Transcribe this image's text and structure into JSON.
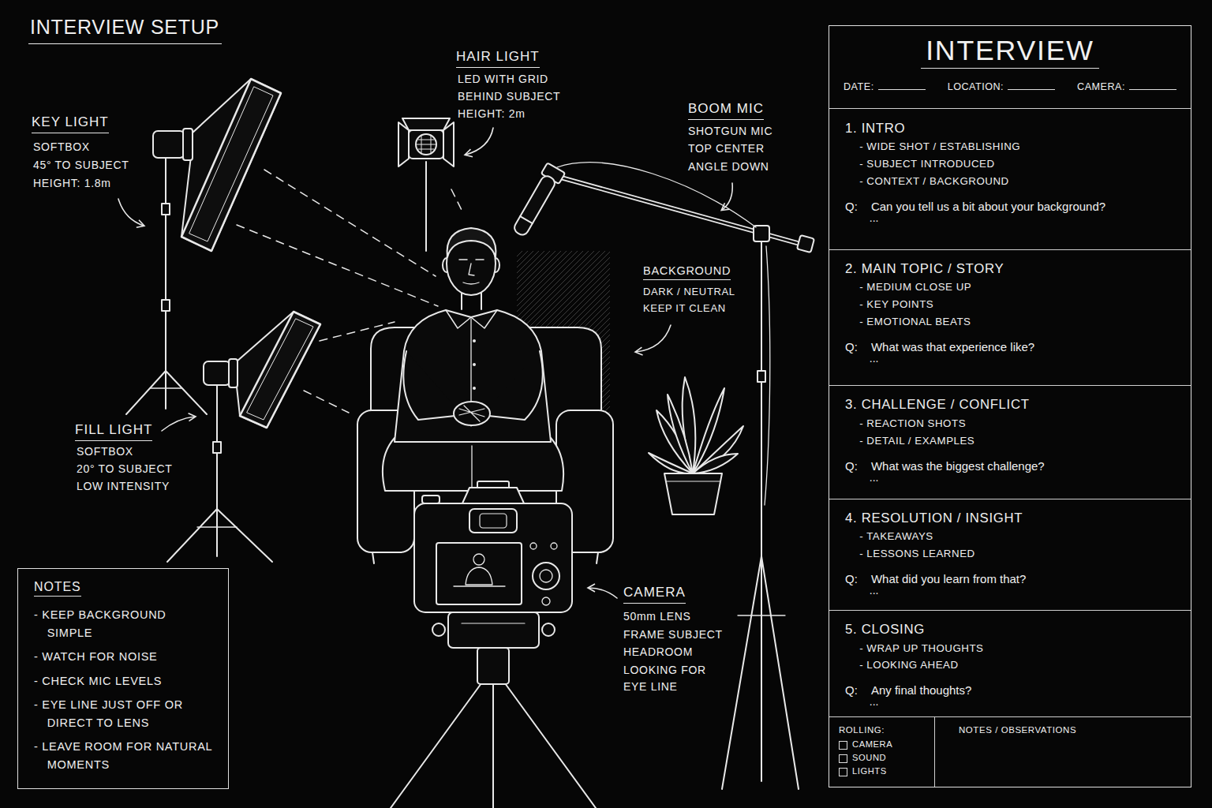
{
  "diagram": {
    "title": "INTERVIEW SETUP",
    "nodes": [
      {
        "text": [
          "INTERVIEW",
          "DATE:",
          "LOCATION:",
          "CAMERA:"
        ]
      },
      {
        "text": [
          "1. INTRO",
          "- WIDE SHOT / ESTABLISHING",
          "- SUBJECT INTRODUCED",
          "- CONTEXT / BACKGROUND",
          "Q:",
          "Can you tell us a bit about your background?",
          "..."
        ],
        "in": 0
      },
      {
        "text": [
          "2. MAIN TOPIC / STORY",
          "- MEDIUM CLOSE UP",
          "- KEY POINTS",
          "- EMOTIONAL BEATS",
          "Q:",
          "What was that experience like?",
          "..."
        ],
        "in": 0
      },
      {
        "text": [
          "3. CHALLENGE / CONFLICT",
          "- REACTION SHOTS",
          "- DETAIL / EXAMPLES",
          "Q:",
          "What was the biggest challenge?",
          "..."
        ],
        "in": 0
      },
      {
        "text": [
          "4. RESOLUTION / INSIGHT",
          "- TAKEAWAYS",
          "- LESSONS LEARNED",
          "Q:",
          "What did you learn from that?",
          "..."
        ],
        "in": 0
      },
      {
        "text": [
          "5. CLOSING",
          "- WRAP UP THOUGHTS",
          "- LOOKING AHEAD",
          "Q:",
          "Any final thoughts?",
          "..."
        ],
        "in": 0
      },
      {
        "text": [
          "ROLLING:",
          "CAMERA",
          "SOUND",
          "LIGHTS"
        ],
        "in": 0
      },
      {
        "text": [
          "NOTES / OBSERVATIONS"
        ],
        "in": 0
      },
      {
        "text": [
          "NOTES",
          "- KEEP BACKGROUND SIMPLE",
          "- WATCH FOR NOISE",
          "- CHECK MIC LEVELS",
          "- EYE LINE JUST OFF OR DIRECT TO LENS",
          "- LEAVE ROOM FOR NATURAL MOMENTS"
        ]
      }
    ],
    "labels": [
      "KEY LIGHT",
      "SOFTBOX",
      "45° TO SUBJECT",
      "HEIGHT: 1.8m",
      "HAIR LIGHT",
      "LED WITH GRID",
      "BEHIND SUBJECT",
      "HEIGHT: 2m",
      "BOOM MIC",
      "SHOTGUN MIC",
      "TOP CENTER",
      "ANGLE DOWN",
      "BACKGROUND",
      "DARK / NEUTRAL",
      "KEEP IT CLEAN",
      "FILL LIGHT",
      "SOFTBOX",
      "20° TO SUBJECT",
      "LOW INTENSITY",
      "CAMERA",
      "50mm LENS",
      "FRAME SUBJECT",
      "HEADROOM",
      "LOOKING FOR",
      "EYE LINE"
    ]
  }
}
